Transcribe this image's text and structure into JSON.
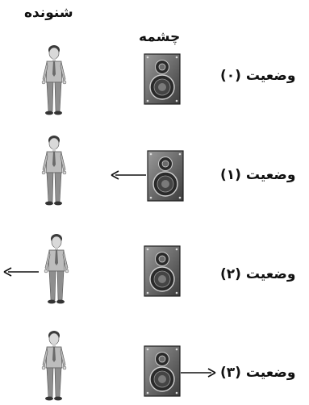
{
  "headers": {
    "listener": "شنونده",
    "source": "چشمه"
  },
  "states": [
    {
      "label": "وضعیت (۰)",
      "arrow": "none"
    },
    {
      "label": "وضعیت (۱)",
      "arrow": "source-left"
    },
    {
      "label": "وضعیت (۲)",
      "arrow": "listener-left"
    },
    {
      "label": "وضعیت (۳)",
      "arrow": "source-right"
    }
  ]
}
